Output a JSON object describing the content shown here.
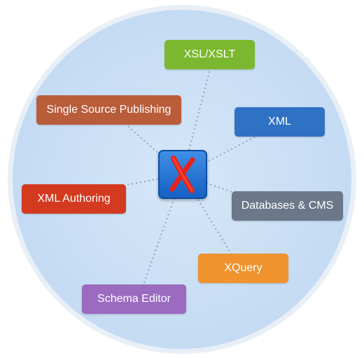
{
  "hub": {
    "icon": "oxygen-x-logo-icon"
  },
  "nodes": [
    {
      "id": "xsl",
      "label": "XSL/XSLT",
      "color": "#7cb82f"
    },
    {
      "id": "ssp",
      "label": "Single Source Publishing",
      "color": "#b95c3a"
    },
    {
      "id": "xml",
      "label": "XML",
      "color": "#2f72c4"
    },
    {
      "id": "auth",
      "label": "XML Authoring",
      "color": "#d33a1f"
    },
    {
      "id": "db",
      "label": "Databases & CMS",
      "color": "#6c7889"
    },
    {
      "id": "xq",
      "label": "XQuery",
      "color": "#f0922e"
    },
    {
      "id": "schema",
      "label": "Schema Editor",
      "color": "#9b6bbf"
    }
  ],
  "colors": {
    "circle_fill": "#cfe2f6",
    "circle_border": "#e6eef7",
    "connector": "#8fa3bd",
    "logo_x": "#e8221b"
  }
}
